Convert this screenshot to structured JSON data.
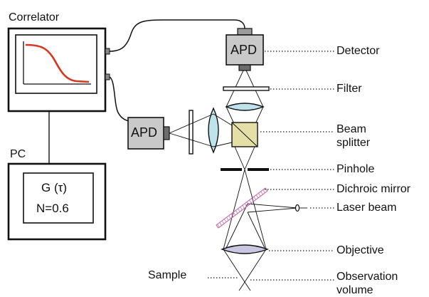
{
  "labels": {
    "correlator": "Correlator",
    "pc": "PC",
    "g_tau": "G (τ)",
    "n_value": "N=0.6",
    "apd_top": "APD",
    "apd_left": "APD",
    "detector": "Detector",
    "filter": "Filter",
    "beam_splitter_1": "Beam",
    "beam_splitter_2": "splitter",
    "pinhole": "Pinhole",
    "dichroic_mirror": "Dichroic mirror",
    "laser_beam": "Laser beam",
    "objective": "Objective",
    "sample": "Sample",
    "observation_volume_1": "Observation",
    "observation_volume_2": "volume"
  },
  "colors": {
    "line": "#111111",
    "apd_fill": "#c9c9c9",
    "lens_fill": "#bfe3ea",
    "splitter_fill": "#e4dfa6",
    "mirror": "#c25fa3",
    "curve": "#d9361f",
    "objective_fill": "#c9c6e4"
  }
}
